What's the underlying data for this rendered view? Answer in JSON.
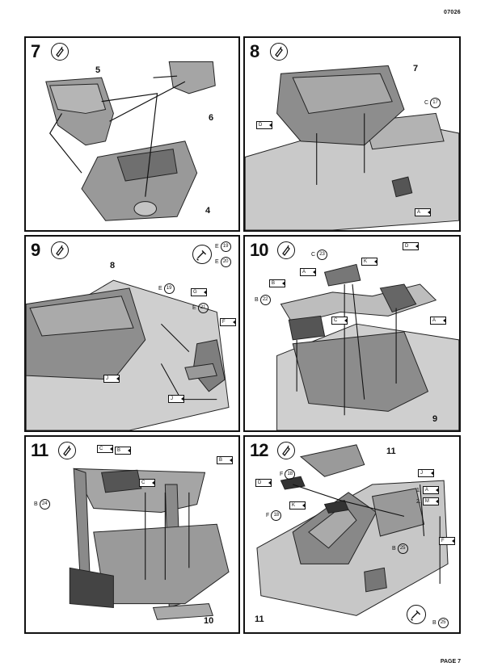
{
  "doc_code": "07026",
  "page_label": "PAGE 7",
  "steps": [
    {
      "number": "7",
      "parts": [
        "5",
        "6",
        "4"
      ]
    },
    {
      "number": "8",
      "parts": [
        "7"
      ],
      "tags": [
        "D",
        "C",
        "A"
      ],
      "circled": [
        "17"
      ]
    },
    {
      "number": "9",
      "parts": [
        "8"
      ],
      "tags": [
        "G",
        "F",
        "J",
        "J"
      ],
      "circled": [
        "19",
        "21"
      ],
      "tool_refs": [
        "19",
        "20"
      ]
    },
    {
      "number": "10",
      "parts": [
        "9"
      ],
      "tags": [
        "D",
        "K",
        "A",
        "B",
        "C",
        "A"
      ],
      "circled": [
        "23",
        "22"
      ]
    },
    {
      "number": "11",
      "parts": [
        "10"
      ],
      "tags": [
        "C",
        "B",
        "C",
        "B"
      ],
      "circled": [
        "24"
      ]
    },
    {
      "number": "12",
      "parts": [
        "11",
        "11"
      ],
      "tags": [
        "D",
        "K",
        "J",
        "A",
        "M",
        "F"
      ],
      "circled": [
        "18",
        "18",
        "25",
        "25"
      ],
      "order": [
        "1.",
        "2."
      ]
    }
  ],
  "letters": {
    "A": "A",
    "B": "B",
    "C": "C",
    "D": "D",
    "E": "E",
    "F": "F",
    "G": "G",
    "J": "J",
    "K": "K",
    "M": "M"
  },
  "icons": {
    "glue": "glue-bottle-icon",
    "tool": "paint-brush-tool-icon"
  }
}
